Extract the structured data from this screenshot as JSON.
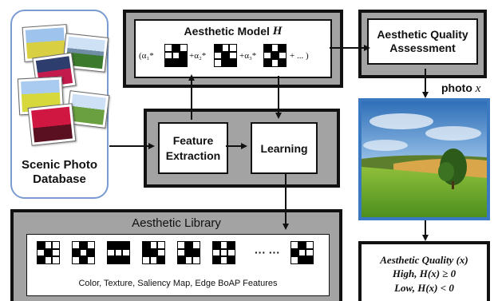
{
  "database": {
    "label_line1": "Scenic Photo",
    "label_line2": "Database"
  },
  "aesthetic_model": {
    "title": "Aesthetic Model",
    "title_var": "H",
    "formula": [
      "(α₁*",
      "+α₂*",
      "+α₃*",
      "+ ... )"
    ]
  },
  "quality_assessment": {
    "line1": "Aesthetic Quality",
    "line2": "Assessment"
  },
  "photo_label": {
    "text": "photo",
    "var": "x"
  },
  "feature_extraction": {
    "line1": "Feature",
    "line2": "Extraction"
  },
  "learning": {
    "label": "Learning"
  },
  "aesthetic_library": {
    "title": "Aesthetic Library",
    "ellipsis": "··· ···",
    "caption": "Color, Texture, Saliency Map, Edge BoAP Features"
  },
  "result": {
    "line1": "Aesthetic Quality (x)",
    "line2": "High,  H(x) ≥ 0",
    "line3": "Low,  H(x) < 0"
  },
  "colors": {
    "panel_gray": "#a3a3a3",
    "border": "#111111",
    "photo_frame": "#3b78c2",
    "db_border": "#7a9bd1"
  }
}
